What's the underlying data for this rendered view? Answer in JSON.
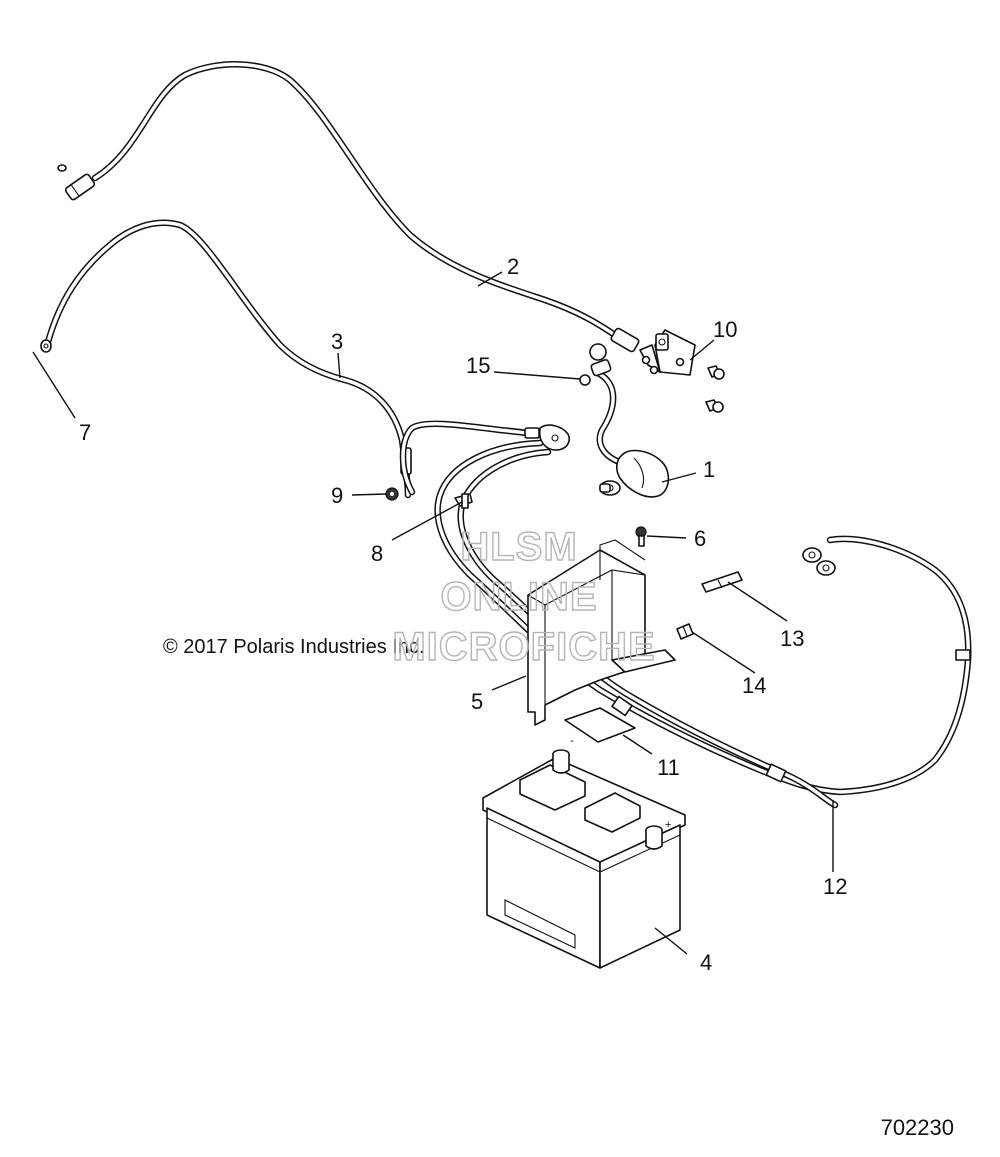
{
  "callouts": {
    "c1": "1",
    "c2": "2",
    "c3": "3",
    "c4": "4",
    "c5": "5",
    "c6": "6",
    "c7": "7",
    "c8": "8",
    "c9": "9",
    "c10": "10",
    "c11": "11",
    "c12": "12",
    "c13": "13",
    "c14": "14",
    "c15": "15"
  },
  "copyright": "© 2017 Polaris Industries Inc.",
  "watermark": {
    "line1": "HLSM",
    "line2": "ONLINE",
    "line3": "MICROFICHE"
  },
  "drawing_number": "702230",
  "colors": {
    "ink": "#111111",
    "watermark": "#b5b5b5",
    "background": "#ffffff"
  }
}
